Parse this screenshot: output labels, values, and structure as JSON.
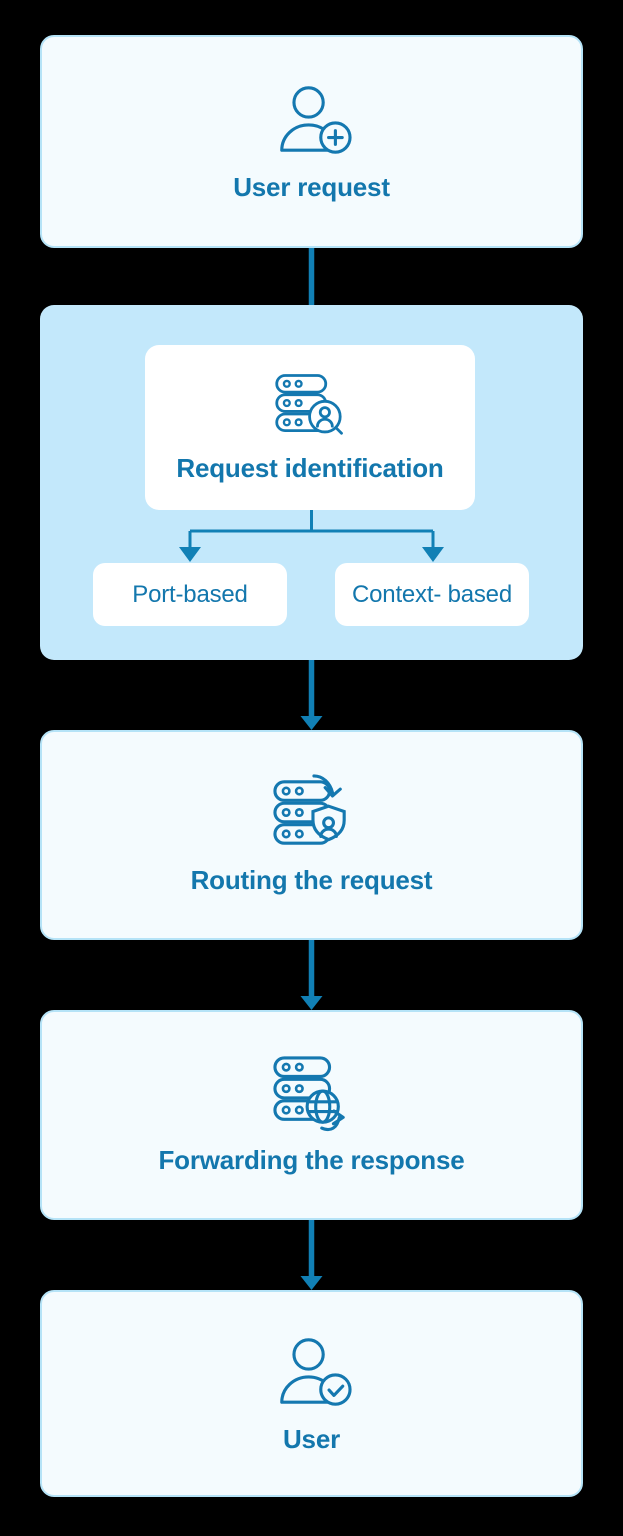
{
  "colors": {
    "background": "#000000",
    "node_fill": "#f4fbfe",
    "node_border": "#b5e3f7",
    "group_fill": "#c3e8fb",
    "inner_node_fill": "#ffffff",
    "text_accent": "#1377ad",
    "icon_stroke": "#1478b0",
    "arrow": "#1180b5"
  },
  "nodes": {
    "user_request": {
      "label": "User request",
      "icon": "user-plus-icon"
    },
    "request_identification": {
      "label": "Request identification",
      "icon": "server-user-search-icon"
    },
    "port_based": {
      "label": "Port-based"
    },
    "context_based": {
      "label": "Context- based"
    },
    "routing": {
      "label": "Routing the request",
      "icon": "server-shield-user-icon"
    },
    "forwarding": {
      "label": "Forwarding the response",
      "icon": "server-globe-arrow-icon"
    },
    "user": {
      "label": "User",
      "icon": "user-check-icon"
    }
  }
}
